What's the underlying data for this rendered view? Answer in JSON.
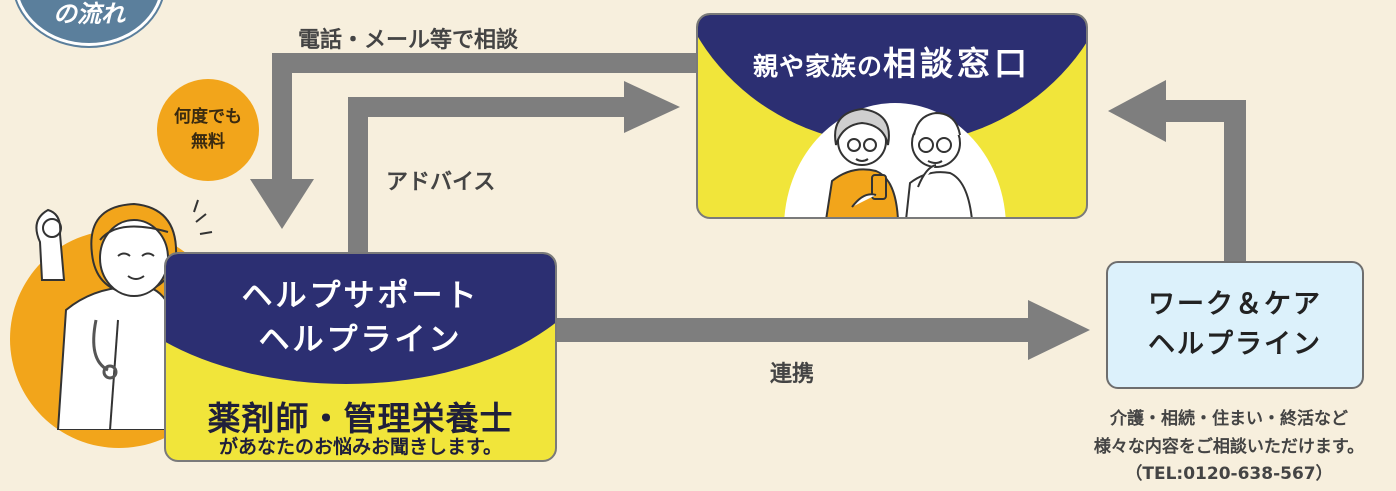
{
  "corner_badge": {
    "text": "の流れ"
  },
  "edges": {
    "consult_label": "電話・メール等で相談",
    "advice_label": "アドバイス",
    "coordination_label": "連携"
  },
  "free_badge": {
    "line1": "何度でも",
    "line2": "無料"
  },
  "family_card": {
    "title_prefix": "親や家族の",
    "title_main": "相談窓口"
  },
  "support_card": {
    "name_line1": "ヘルプサポート",
    "name_line2": "ヘルプライン",
    "staff": "薬剤師・管理栄養士",
    "description": "があなたのお悩みお聞きします。"
  },
  "work_card": {
    "line1": "ワーク＆ケア",
    "line2": "ヘルプライン"
  },
  "work_note": {
    "line1": "介護・相続・住まい・終活など",
    "line2": "様々な内容をご相談いただけます。",
    "line3": "（TEL:0120-638-567）"
  },
  "colors": {
    "background": "#f7efdd",
    "navy": "#2c2f72",
    "yellow": "#f1e53a",
    "orange": "#f2a51b",
    "arrow_gray": "#7e7e7e",
    "light_blue": "#dcf1fb",
    "badge_blue": "#5b7f9c"
  }
}
